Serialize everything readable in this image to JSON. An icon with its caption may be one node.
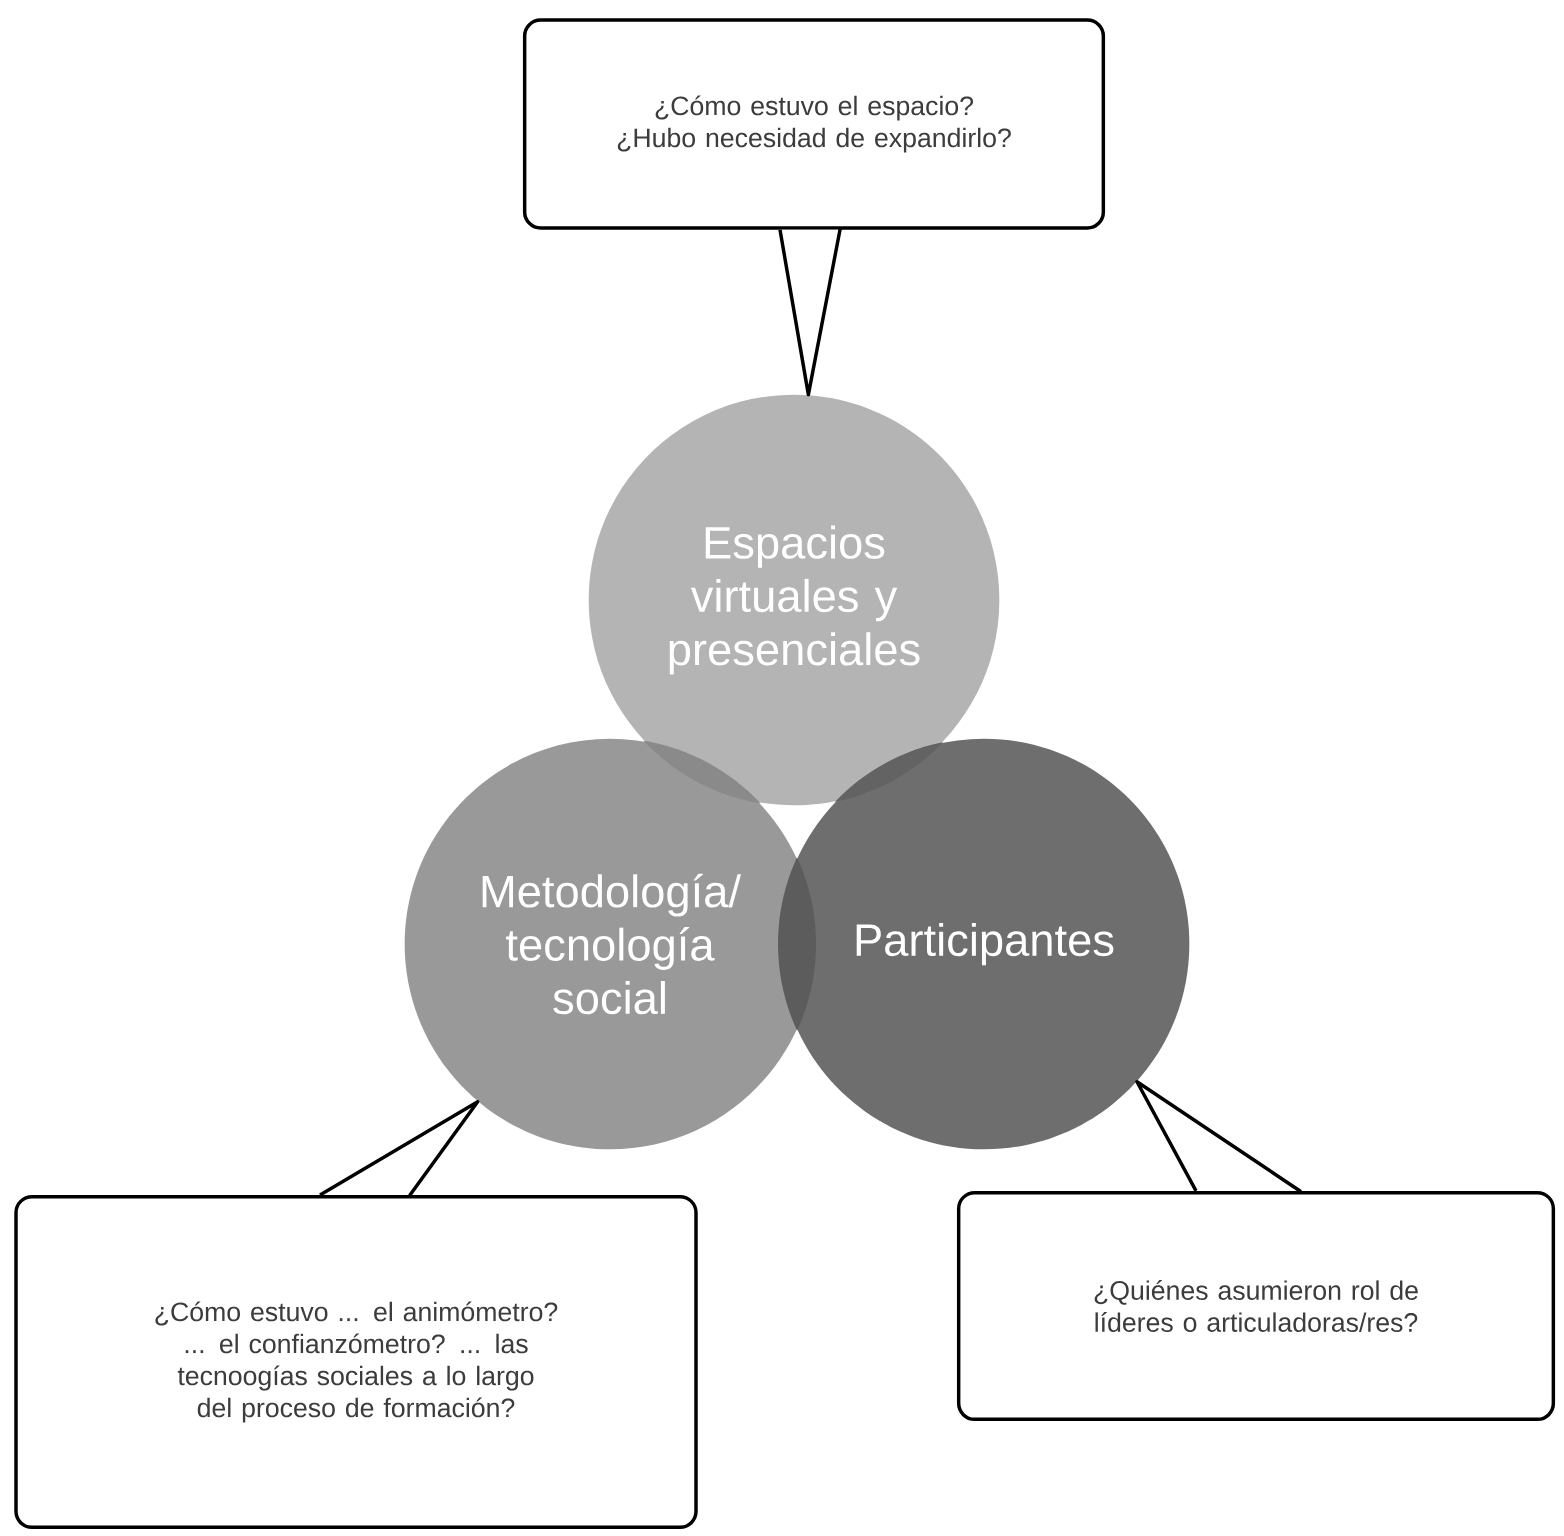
{
  "diagram": {
    "nodes": [
      {
        "text": [
          "¿Cómo estuvo el espacio? ¿Hubo necesidad de expandirlo?"
        ]
      },
      {
        "text": [
          "Espacios virtuales y presenciales"
        ]
      },
      {
        "text": [
          "Metodología/ tecnología social"
        ]
      },
      {
        "text": [
          "Participantes"
        ]
      },
      {
        "text": [
          "¿Cómo estuvo ... el animómetro? ... el confianzómetro? ... las tecnoogías sociales a lo largo del proceso de formación?"
        ]
      },
      {
        "text": [
          "¿Quiénes asumieron rol de líderes o articuladoras/res?"
        ]
      }
    ],
    "edges": [
      {
        "from": 0,
        "to": 1,
        "arrow": "none"
      },
      {
        "from": 4,
        "to": 2,
        "arrow": "none"
      },
      {
        "from": 5,
        "to": 3,
        "arrow": "none"
      }
    ]
  }
}
